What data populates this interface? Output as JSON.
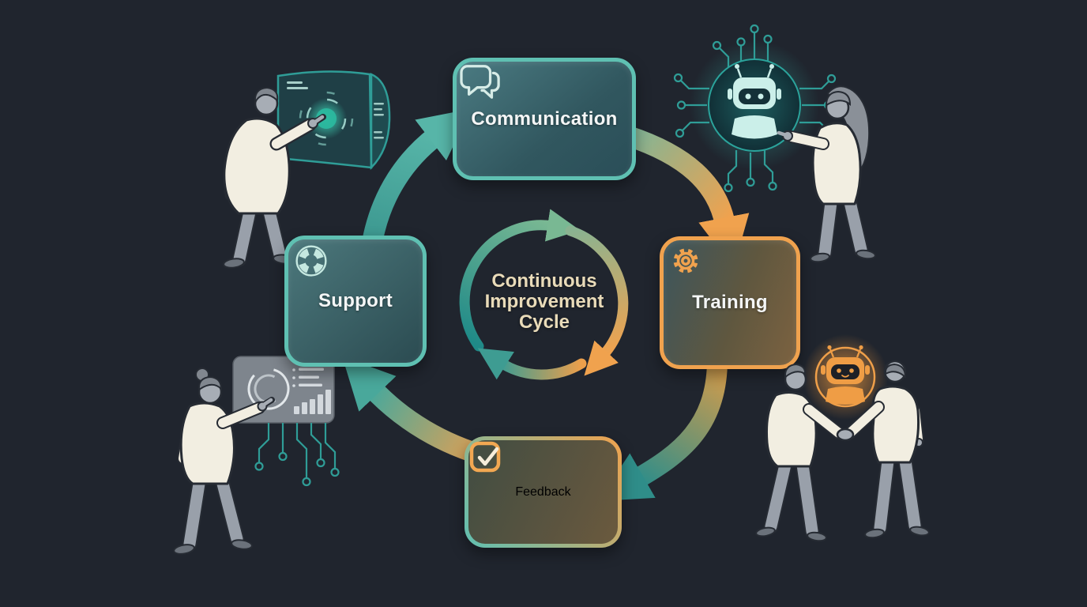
{
  "title": "Continuous Improvement Cycle",
  "center": {
    "line1": "Continuous",
    "line2": "Improvement",
    "line3": "Cycle"
  },
  "nodes": [
    {
      "id": "communication",
      "label": "Communication",
      "icon": "chat-bubbles-icon",
      "accent": "#5fc0b2"
    },
    {
      "id": "training",
      "label": "Training",
      "icon": "gear-icon",
      "accent": "#f0a24e"
    },
    {
      "id": "feedback",
      "label": "Feedback",
      "icon": "checkbox-check-icon",
      "accent": "#f0a24e"
    },
    {
      "id": "support",
      "label": "Support",
      "icon": "lifebuoy-icon",
      "accent": "#5fc0b2"
    }
  ],
  "cycle_order": [
    "Communication",
    "Training",
    "Feedback",
    "Support"
  ],
  "illustrations": [
    {
      "name": "man-pointing-at-holographic-screen",
      "position": "top-left"
    },
    {
      "name": "woman-interacting-with-ai-robot-circuit",
      "position": "top-right"
    },
    {
      "name": "woman-pointing-at-analytics-dashboard",
      "position": "bottom-left"
    },
    {
      "name": "two-people-handshake-with-ai-robot",
      "position": "bottom-right"
    }
  ],
  "colors": {
    "background": "#20252e",
    "teal": "#5fc0b2",
    "orange": "#f0a24e",
    "label_text": "#f4f6f6",
    "center_text": "#e9dbb9"
  }
}
